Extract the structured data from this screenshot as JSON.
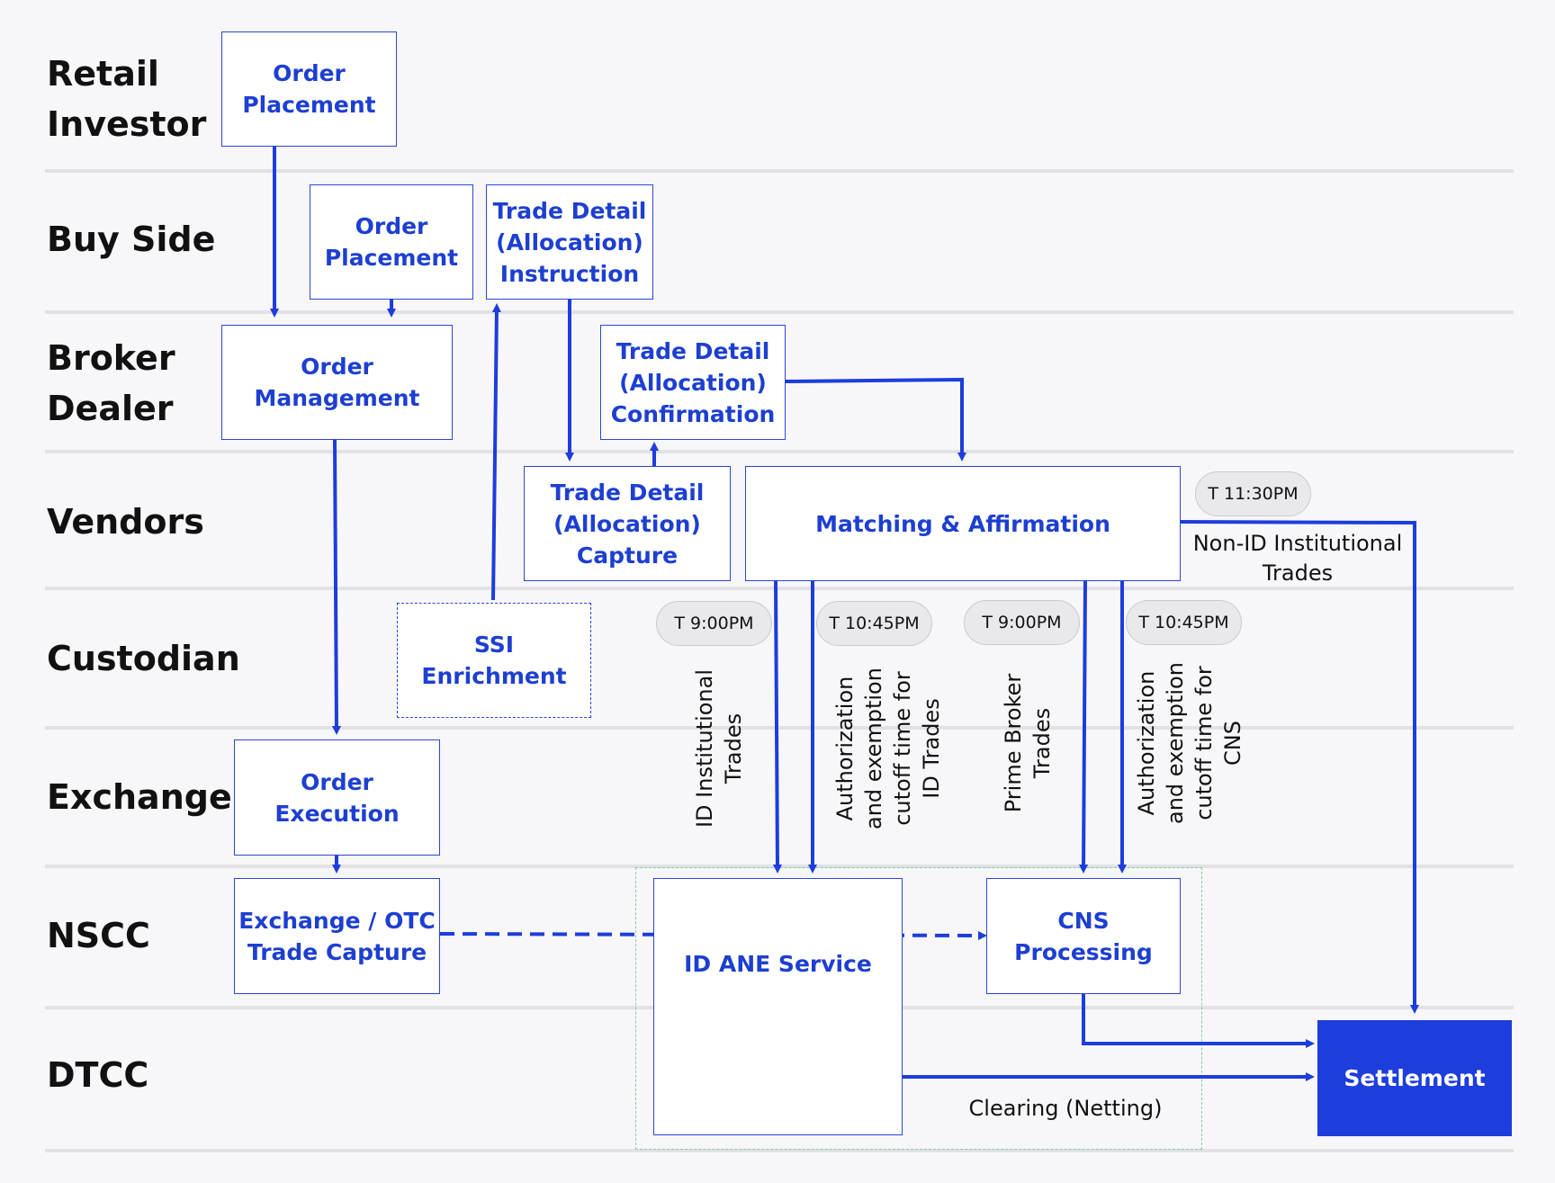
{
  "lanes": {
    "retail_investor": "Retail\nInvestor",
    "buy_side": "Buy Side",
    "broker_dealer": "Broker\nDealer",
    "vendors": "Vendors",
    "custodian": "Custodian",
    "exchange": "Exchange",
    "nscc": "NSCC",
    "dtcc": "DTCC"
  },
  "boxes": {
    "retail_order_placement": "Order\nPlacement",
    "buy_order_placement": "Order\nPlacement",
    "trade_detail_instruction": "Trade Detail\n(Allocation)\nInstruction",
    "order_management": "Order\nManagement",
    "trade_detail_confirmation": "Trade Detail\n(Allocation)\nConfirmation",
    "trade_detail_capture": "Trade Detail\n(Allocation)\nCapture",
    "matching_affirmation": "Matching & Affirmation",
    "ssi_enrichment": "SSI\nEnrichment",
    "order_execution": "Order\nExecution",
    "exchange_otc_capture": "Exchange / OTC\nTrade Capture",
    "id_ane_service": "ID ANE Service",
    "cns_processing": "CNS\nProcessing",
    "settlement": "Settlement"
  },
  "cutoffs": {
    "t_1130": "T 11:30PM",
    "t_900_a": "T 9:00PM",
    "t_1045_a": "T 10:45PM",
    "t_900_b": "T 9:00PM",
    "t_1045_b": "T 10:45PM"
  },
  "notes": {
    "non_id_institutional": "Non-ID Institutional\nTrades",
    "id_institutional": "ID Institutional\nTrades",
    "auth_id_trades": "Authorization\nand exemption\ncutoff time for\nID Trades",
    "prime_broker": "Prime Broker\nTrades",
    "auth_cns": "Authorization\nand exemption\ncutoff time for\nCNS",
    "clearing_netting": "Clearing (Netting)"
  },
  "colors": {
    "accent": "#1d3ddc",
    "divider": "#e2e2e6",
    "green_zone": "#7ccf9f"
  }
}
